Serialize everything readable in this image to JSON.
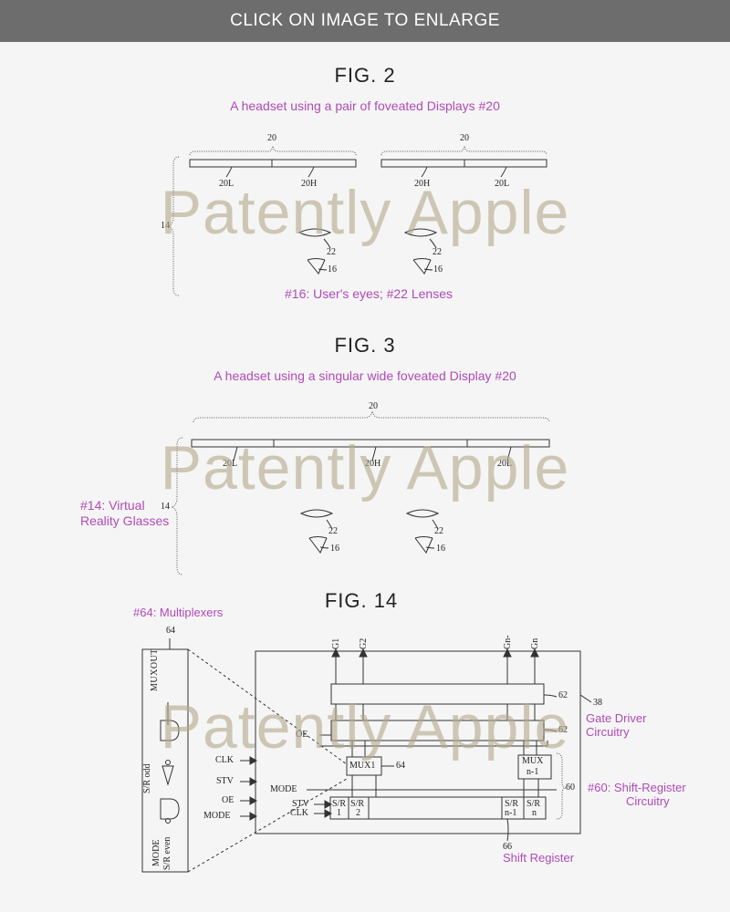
{
  "banner": {
    "text": "CLICK ON IMAGE TO ENLARGE"
  },
  "watermark": "Patently Apple",
  "colors": {
    "caption": "#b04ab6",
    "banner_bg": "#6d6d6d",
    "watermark": "#b5a98d"
  },
  "fig2": {
    "title": "FIG. 2",
    "caption": "A headset using a pair of foveated Displays #20",
    "eyes_caption": "#16: User's eyes; #22 Lenses",
    "labels": {
      "display_left": "20",
      "display_right": "20",
      "left_l": "20L",
      "left_h": "20H",
      "right_h": "20H",
      "right_l": "20L",
      "bracket": "14",
      "lens_left": "22",
      "lens_right": "22",
      "eye_left": "16",
      "eye_right": "16"
    }
  },
  "fig3": {
    "title": "FIG. 3",
    "caption": "A headset using a singular wide  foveated Display #20",
    "glasses_caption_line1": "#14: Virtual",
    "glasses_caption_line2": "Reality Glasses",
    "labels": {
      "display": "20",
      "left_l": "20L",
      "mid_h": "20H",
      "right_l": "20L",
      "bracket": "14",
      "lens_left": "22",
      "lens_right": "22",
      "eye_left": "16",
      "eye_right": "16"
    }
  },
  "fig14": {
    "title": "FIG. 14",
    "mux_caption": "#64: Multiplexers",
    "gate_caption_line1": "Gate Driver",
    "gate_caption_line2": "Circuitry",
    "shift_caption_line1": "#60: Shift-Register",
    "shift_caption_line2": "Circuitry",
    "shift_register_caption": "Shift Register",
    "labels": {
      "mux_ref": "64",
      "muxout": "MUXOUT",
      "sr_odd": "S/R odd",
      "mode_sr_even_1": "MODE",
      "mode_sr_even_2": "S/R even",
      "clk": "CLK",
      "stv": "STV",
      "oe": "OE",
      "mode": "MODE",
      "g1": "G1",
      "g2": "G2",
      "gn_minus": "Gn-",
      "gn": "Gn",
      "ref62a": "62",
      "ref62b": "62",
      "ref38": "38",
      "oe_inner": "OE",
      "mux1": "MUX1",
      "mux1_ref": "64",
      "muxn_1": "MUX",
      "muxn_2": "n-1",
      "ref60": "60",
      "mode_inner": "MODE",
      "stv_inner": "STV",
      "clk_inner": "CLK",
      "sr1a": "S/R",
      "sr1b": "1",
      "sr2a": "S/R",
      "sr2b": "2",
      "srn1a": "S/R",
      "srn1b": "n-1",
      "srna": "S/R",
      "srnb": "n",
      "ref66": "66"
    }
  }
}
